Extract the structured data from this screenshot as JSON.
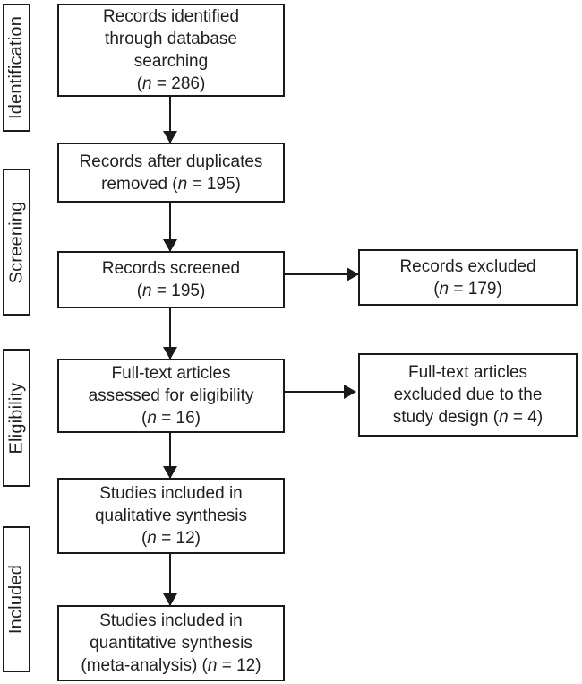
{
  "diagram": {
    "type": "prisma-flow",
    "colors": {
      "line": "#1a1a1a",
      "text": "#1f1f1f",
      "background": "#ffffff"
    },
    "stages": [
      {
        "label": "Identification"
      },
      {
        "label": "Screening"
      },
      {
        "label": "Eligibility"
      },
      {
        "label": "Included"
      }
    ],
    "main_boxes": [
      {
        "name": "records-identified",
        "n": 286,
        "lines": [
          "Records identified",
          "through database",
          "searching",
          "(n = 286)"
        ]
      },
      {
        "name": "duplicates-removed",
        "n": 195,
        "lines": [
          "Records after duplicates",
          "removed (n = 195)"
        ]
      },
      {
        "name": "records-screened",
        "n": 195,
        "lines": [
          "Records screened",
          "(n = 195)"
        ]
      },
      {
        "name": "fulltext-assessed",
        "n": 16,
        "lines": [
          "Full-text articles",
          "assessed for eligibility",
          "(n = 16)"
        ]
      },
      {
        "name": "qualitative-synthesis",
        "n": 12,
        "lines": [
          "Studies included in",
          "qualitative synthesis",
          "(n = 12)"
        ]
      },
      {
        "name": "quantitative-synthesis",
        "n": 12,
        "lines": [
          "Studies included in",
          "quantitative synthesis",
          "(meta-analysis) (n = 12)"
        ]
      }
    ],
    "exclusion_boxes": [
      {
        "name": "records-excluded",
        "n": 179,
        "lines": [
          "Records excluded",
          "(n = 179)"
        ]
      },
      {
        "name": "fulltext-excluded",
        "n": 4,
        "lines": [
          "Full-text articles",
          "excluded due to the",
          "study design (n = 4)"
        ]
      }
    ]
  }
}
